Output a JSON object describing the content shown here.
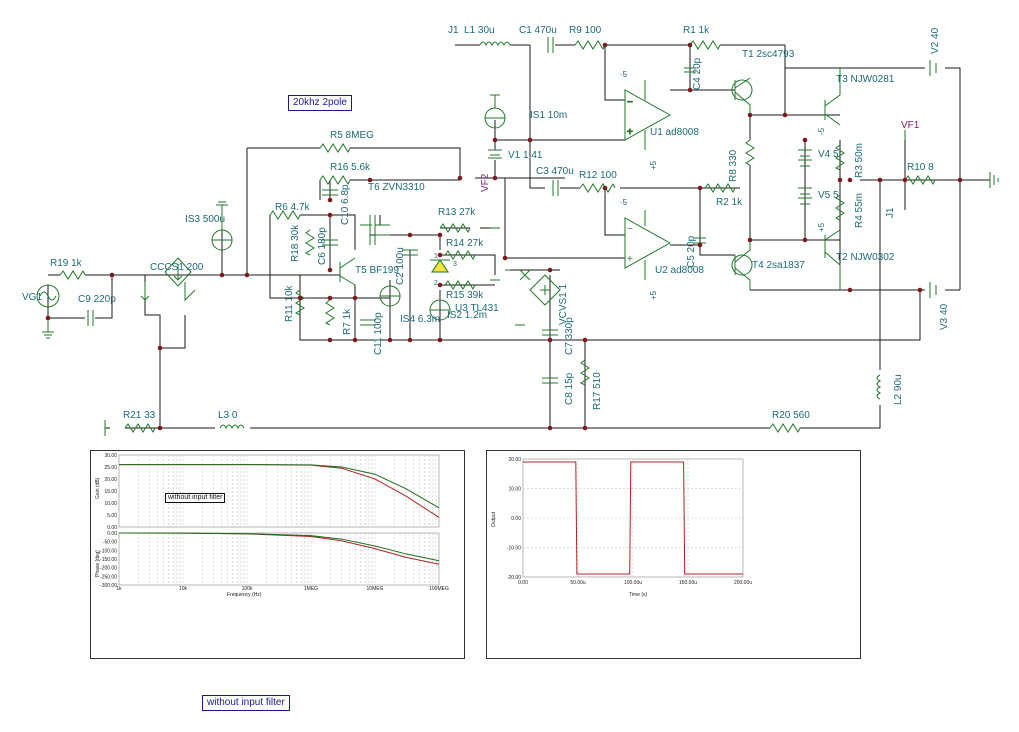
{
  "labels": {
    "J1": "J1",
    "L1": "L1 30u",
    "C1": "C1 470u",
    "R9": "R9 100",
    "R1": "R1 1k",
    "T1": "T1 2sc4793",
    "V2": "V2 40",
    "T3": "T3 NJW0281",
    "C4": "C4 20p",
    "U1": "U1 ad8008",
    "IS1": "IS1 10m",
    "V1": "V1 1.41",
    "VF2": "VF2",
    "R5": "R5 8MEG",
    "R16": "R16 5.6k",
    "T6": "T6 ZVN3310",
    "C3": "C3 470u",
    "R12": "R12 100",
    "R8": "R8 330",
    "R2": "R2 1k",
    "V4": "V4 5",
    "R3": "R3 50m",
    "VF1": "VF1",
    "R10": "R10 8",
    "V5": "V5 5",
    "R4": "R4 55m",
    "J1b": "J1",
    "IS3": "IS3 500u",
    "R6": "R6 4.7k",
    "C10": "C10 6.8p",
    "R13": "R13 27k",
    "R18": "R18 30k",
    "C6": "C6 180p",
    "R14": "R14 27k",
    "C5": "C5 20p",
    "T2": "T2 NJW0302",
    "VG1": "VG1",
    "R19": "R19 1k",
    "CCCS1": "CCCS1 200",
    "T5": "T5 BF199",
    "C2": "C2 100u",
    "T4": "T4 2sa1837",
    "U2": "U2 ad8008",
    "C9": "C9 220p",
    "R11": "R11 10k",
    "R7": "R7 1k",
    "R15": "R15 39k",
    "IS2": "IS2 1.2m",
    "VCVS1": "VCVS1 1",
    "IS4": "IS4 6.3m",
    "U3": "U3 TL431",
    "C11": "C11 100p",
    "C7": "C7 330p",
    "V3": "V3 40",
    "L2": "L2 90u",
    "C8": "C8 15p",
    "R17": "R17 510",
    "R21": "R21 33",
    "L3": "L3 0",
    "R20": "R20 560",
    "pin_m5a": "-5",
    "pin_p5a": "+5",
    "pin_m5b": "-5",
    "pin_p5b": "+5",
    "pin_m5c": "-5",
    "pin_p5c": "+5",
    "u3_1": "1",
    "u3_2": "2",
    "u3_3": "3"
  },
  "notes": {
    "top": "20khz 2pole",
    "bottom": "without input filter",
    "inplot": "without input filter"
  },
  "bode": {
    "gain_axis": "Gain (dB)",
    "phase_axis": "Phase [deg]",
    "freq_axis": "Frequency (Hz)",
    "gain_ticks": [
      "30.00",
      "25.00",
      "20.00",
      "15.00",
      "10.00",
      "5.00",
      "0.00"
    ],
    "phase_ticks": [
      "0.00",
      "-50.00",
      "-100.00",
      "-150.00",
      "-200.00",
      "-250.00",
      "-300.00"
    ],
    "freq_ticks": [
      "1k",
      "10k",
      "100k",
      "1MEG",
      "10MEG",
      "100MEG"
    ]
  },
  "transient": {
    "y_axis": "Output",
    "x_axis": "Time (s)",
    "y_ticks": [
      "20.00",
      "10.00",
      "0.00",
      "-10.00",
      "-20.00"
    ],
    "x_ticks": [
      "0.00",
      "50.00u",
      "100.00u",
      "150.00u",
      "200.00u"
    ]
  },
  "chart_data": [
    {
      "type": "line",
      "title": "",
      "xlabel": "Frequency (Hz)",
      "ylabel": "Gain (dB)",
      "x": [
        1000,
        10000,
        100000,
        1000000,
        3000000,
        10000000,
        30000000,
        100000000
      ],
      "series": [
        {
          "values": [
            26,
            26,
            26,
            25.8,
            24.5,
            20,
            13,
            4
          ]
        },
        {
          "values": [
            26,
            26,
            26,
            25.9,
            25,
            22,
            16,
            8
          ]
        }
      ],
      "ylim": [
        0,
        30
      ],
      "xscale": "log"
    },
    {
      "type": "line",
      "title": "",
      "xlabel": "Frequency (Hz)",
      "ylabel": "Phase [deg]",
      "x": [
        1000,
        10000,
        100000,
        1000000,
        3000000,
        10000000,
        30000000,
        100000000
      ],
      "series": [
        {
          "values": [
            0,
            -1,
            -5,
            -20,
            -45,
            -90,
            -140,
            -180
          ]
        },
        {
          "values": [
            0,
            -1,
            -4,
            -15,
            -35,
            -75,
            -120,
            -160
          ]
        }
      ],
      "ylim": [
        -300,
        0
      ],
      "xscale": "log"
    },
    {
      "type": "line",
      "title": "",
      "xlabel": "Time (s)",
      "ylabel": "Output",
      "x": [
        0,
        48,
        49,
        97,
        98,
        146,
        147,
        200
      ],
      "x_unit": "u",
      "series": [
        {
          "values": [
            19,
            19,
            -19,
            -19,
            19,
            19,
            -19,
            -19
          ]
        }
      ],
      "ylim": [
        -20,
        20
      ],
      "xlim": [
        0,
        200
      ]
    }
  ]
}
